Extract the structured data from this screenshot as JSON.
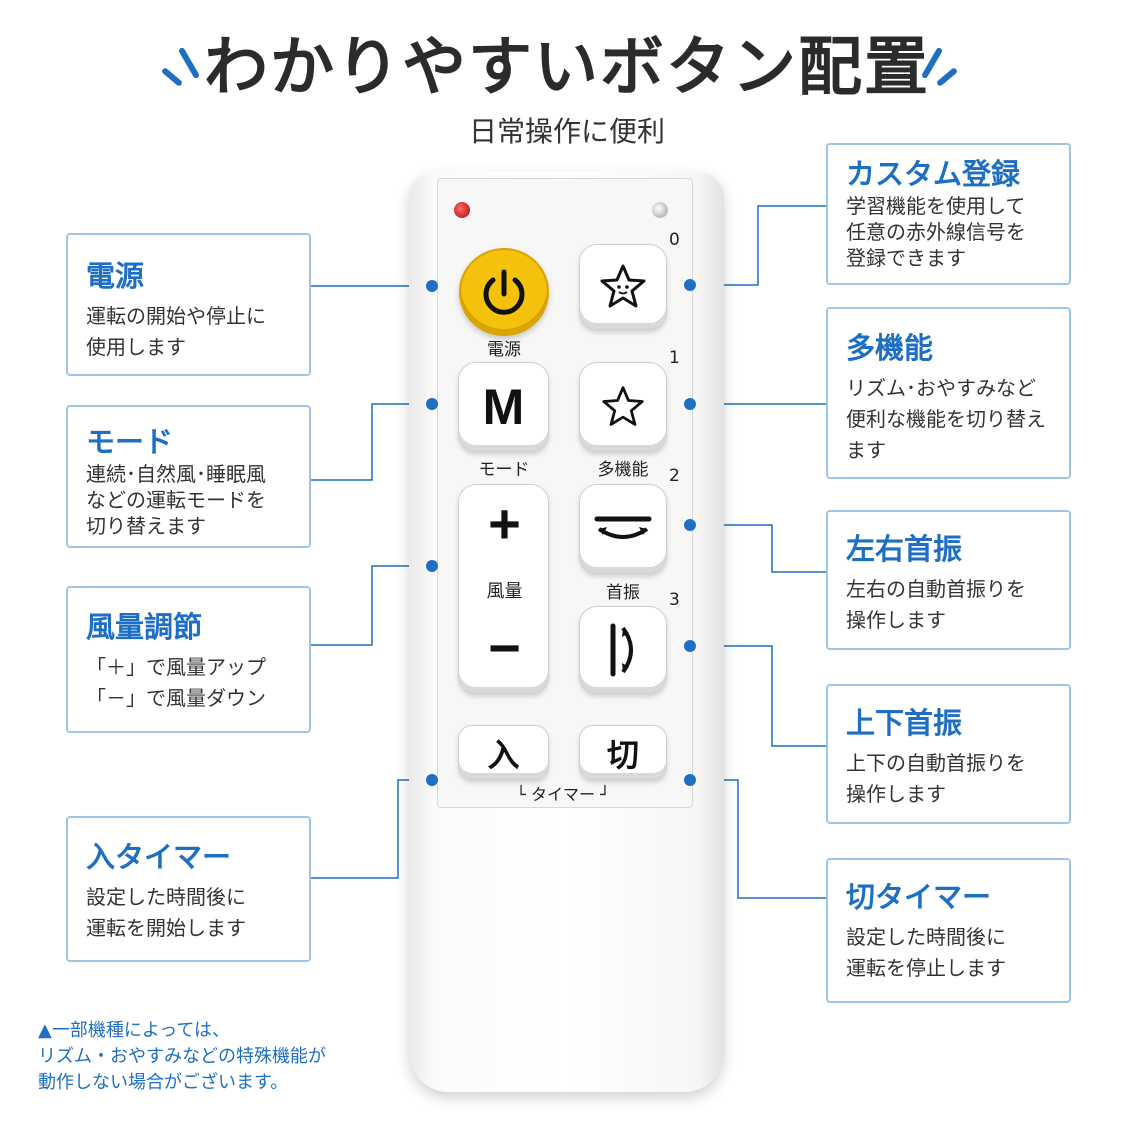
{
  "header": {
    "title": "わかりやすいボタン配置",
    "subtitle": "日常操作に便利"
  },
  "colors": {
    "accent": "#1e6fc4",
    "callout_border": "#9ec5e8",
    "power_button": "#f4c20d"
  },
  "callouts_left": [
    {
      "title": "電源",
      "desc": "運転の開始や停止に\n使用します"
    },
    {
      "title": "モード",
      "desc": "連続･自然風･睡眠風\nなどの運転モードを\n切り替えます"
    },
    {
      "title": "風量調節",
      "desc": "「＋」で風量アップ\n「－」で風量ダウン"
    },
    {
      "title": "入タイマー",
      "desc": "設定した時間後に\n運転を開始します"
    }
  ],
  "callouts_right": [
    {
      "title": "カスタム登録",
      "desc": "学習機能を使用して\n任意の赤外線信号を\n登録できます"
    },
    {
      "title": "多機能",
      "desc": "リズム･おやすみなど\n便利な機能を切り替え\nます"
    },
    {
      "title": "左右首振",
      "desc": "左右の自動首振りを\n操作します"
    },
    {
      "title": "上下首振",
      "desc": "上下の自動首振りを\n操作します"
    },
    {
      "title": "切タイマー",
      "desc": "設定した時間後に\n運転を停止します"
    }
  ],
  "remote": {
    "power_label": "電源",
    "mode_key": "M",
    "mode_label": "モード",
    "multi_label": "多機能",
    "plus_key": "+",
    "minus_key": "−",
    "wind_label": "風量",
    "swing_label": "首振",
    "timer_on_key": "入",
    "timer_off_key": "切",
    "timer_label": "└ タイマー ┘",
    "numbers": [
      "0",
      "1",
      "2",
      "3"
    ]
  },
  "icons": [
    "power-icon",
    "star-face-icon",
    "star-icon",
    "horizontal-swing-icon",
    "vertical-swing-icon"
  ],
  "note": "▲一部機種によっては、\nリズム・おやすみなどの特殊機能が\n動作しない場合がございます。"
}
